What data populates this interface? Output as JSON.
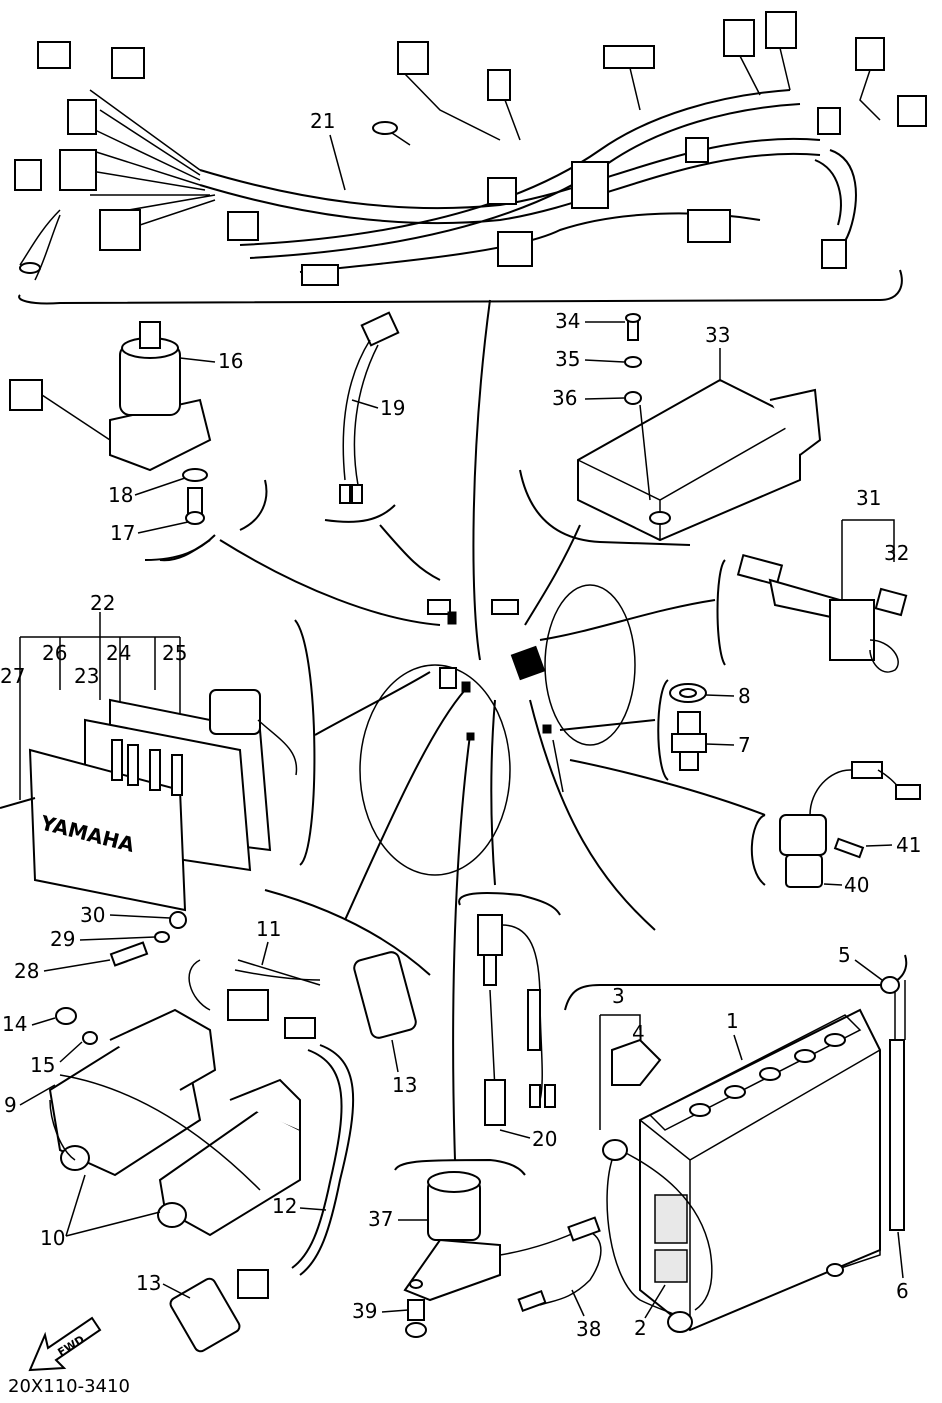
{
  "diagram": {
    "drawing_code": "20X110-3410",
    "fwd_label": "FWD",
    "emblem_text": "YAMAHA",
    "callouts": {
      "c1": "1",
      "c2": "2",
      "c3": "3",
      "c4": "4",
      "c5": "5",
      "c6": "6",
      "c7": "7",
      "c8": "8",
      "c9": "9",
      "c10": "10",
      "c11": "11",
      "c12": "12",
      "c13a": "13",
      "c13b": "13",
      "c14": "14",
      "c15": "15",
      "c16": "16",
      "c17": "17",
      "c18": "18",
      "c19": "19",
      "c20": "20",
      "c21": "21",
      "c22": "22",
      "c23": "23",
      "c24": "24",
      "c25": "25",
      "c26": "26",
      "c27": "27",
      "c28": "28",
      "c29": "29",
      "c30": "30",
      "c31": "31",
      "c32": "32",
      "c33": "33",
      "c34": "34",
      "c35": "35",
      "c36": "36",
      "c37": "37",
      "c38": "38",
      "c39": "39",
      "c40": "40",
      "c41": "41"
    }
  }
}
